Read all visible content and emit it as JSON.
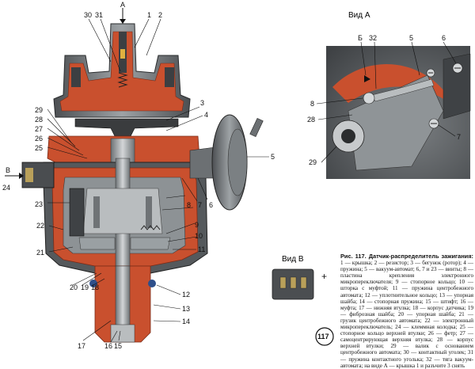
{
  "main_view": {
    "arrow_label": "А",
    "side_label": "В",
    "callouts": [
      "1",
      "2",
      "3",
      "4",
      "5",
      "6",
      "7",
      "8",
      "9",
      "10",
      "11",
      "12",
      "13",
      "14",
      "15",
      "16",
      "17",
      "18",
      "19",
      "20",
      "21",
      "22",
      "23",
      "24",
      "25",
      "26",
      "27",
      "28",
      "29",
      "30",
      "31"
    ]
  },
  "view_a": {
    "title": "Вид А",
    "callouts": [
      "Б",
      "32",
      "5",
      "6",
      "8",
      "28",
      "7",
      "29"
    ]
  },
  "view_b": {
    "title": "Вид В",
    "plus": "+"
  },
  "page_number": "117",
  "caption": {
    "title": "Рис. 117. Датчик-распределитель зажигания:",
    "body": "1 — крышка; 2 — резистор; 3 — бегунок (ротор); 4 — пружина; 5 — вакуум-автомат; 6, 7 и 23 — винты; 8 — пластина крепления электронного микропереключателя; 9 — стопорное кольцо; 10 — шторка с муфтой; 11 — пружина центробежного автомата; 12 — уплотнительное кольцо; 13 — упорная шайба; 14 — стопорная пружина; 15 — штифт; 16 — муфта; 17 — нижняя втулка; 18 — корпус датчика; 19 — фиброзная шайба; 20 — упорная шайба; 21 — грузик центробежного автомата; 22 — электронный микропереключатель; 24 — клеммная колодка; 25 — стопорное кольцо верхней втулки; 26 — фетр; 27 — самоцентрирующая верхняя втулка; 28 — корпус верхней втулки; 29 — валик с основанием центробежного автомата; 30 — контактный уголек; 31 — пружина контактного уголька; 32 — тяга вакуум-автомата; на виде А — крышка 1 и разъчите 3 снять"
  },
  "colors": {
    "housing_red": "#c9502e",
    "housing_dark": "#5a5d60",
    "metal_light": "#b9bdbf",
    "metal_mid": "#8c9194",
    "panel_bg": "#5b5e61"
  }
}
